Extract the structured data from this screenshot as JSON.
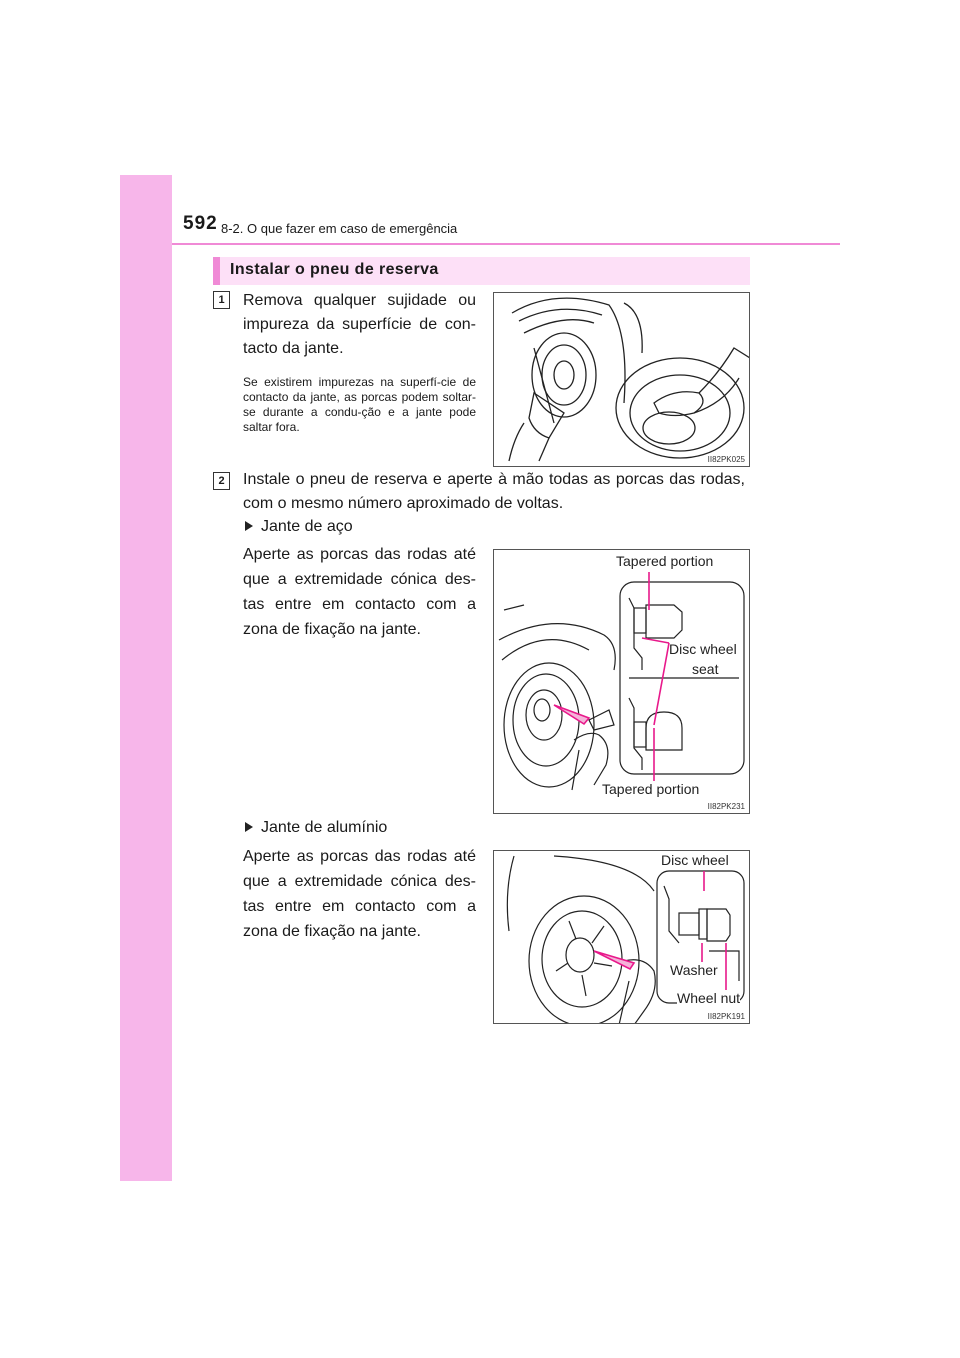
{
  "header": {
    "page_number": "592",
    "chapter": "8-2. O que fazer em caso de emergência"
  },
  "section": {
    "title": "Instalar o pneu de reserva"
  },
  "steps": [
    {
      "number": "1",
      "text": "Remova qualquer sujidade ou impureza da superfície de con-tacto da jante.",
      "note": "Se existirem impurezas na superfí-cie de contacto da jante, as porcas podem soltar-se durante a condu-ção e a jante pode saltar fora."
    },
    {
      "number": "2",
      "text": "Instale o pneu de reserva e aperte à mão todas as porcas das rodas, com o mesmo número aproximado de voltas."
    }
  ],
  "steel": {
    "bullet": "Jante de aço",
    "text": "Aperte as porcas das rodas até que a extremidade cónica des-tas entre em contacto com a zona de fixação na jante."
  },
  "alloy": {
    "bullet": "Jante de alumínio",
    "text": "Aperte as porcas das rodas até que a extremidade cónica des-tas entre em contacto com a zona de fixação na jante."
  },
  "figures": {
    "fig1": {
      "id": "II82PK025"
    },
    "fig2": {
      "id": "II82PK231",
      "label_top": "Tapered portion",
      "label_disc_1": "Disc wheel",
      "label_disc_2": "seat",
      "label_bottom": "Tapered portion"
    },
    "fig3": {
      "id": "II82PK191",
      "label_disc": "Disc wheel",
      "label_washer": "Washer",
      "label_nut": "Wheel nut"
    }
  },
  "colors": {
    "accent_pink": "#f08ad6",
    "sidebar_pink": "#f7b6ea",
    "section_fill": "#fde0f7",
    "callout_line": "#e8198b"
  }
}
